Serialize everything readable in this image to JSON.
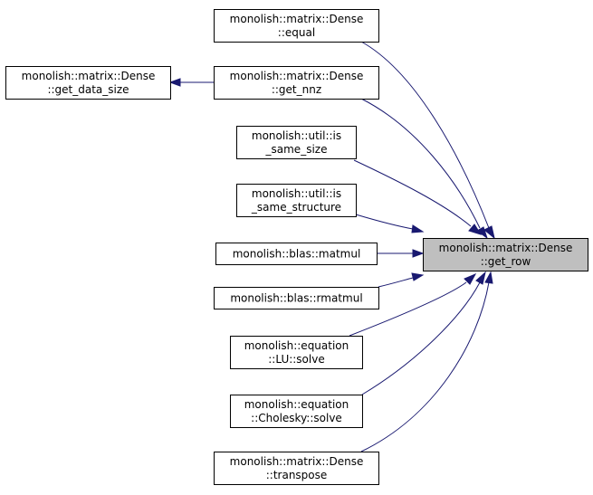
{
  "graph": {
    "edge_color": "#191970",
    "node_border": "#000000",
    "focus_fill": "#bfbfbf",
    "nodes": [
      {
        "id": "get_row",
        "lines": [
          "monolish::matrix::Dense",
          "::get_row"
        ],
        "focus": true
      },
      {
        "id": "equal",
        "lines": [
          "monolish::matrix::Dense",
          "::equal"
        ]
      },
      {
        "id": "get_nnz",
        "lines": [
          "monolish::matrix::Dense",
          "::get_nnz"
        ]
      },
      {
        "id": "get_data_size",
        "lines": [
          "monolish::matrix::Dense",
          "::get_data_size"
        ]
      },
      {
        "id": "is_same_size",
        "lines": [
          "monolish::util::is",
          "_same_size"
        ]
      },
      {
        "id": "is_same_structure",
        "lines": [
          "monolish::util::is",
          "_same_structure"
        ]
      },
      {
        "id": "matmul",
        "lines": [
          "monolish::blas::matmul"
        ]
      },
      {
        "id": "rmatmul",
        "lines": [
          "monolish::blas::rmatmul"
        ]
      },
      {
        "id": "lu_solve",
        "lines": [
          "monolish::equation",
          "::LU::solve"
        ]
      },
      {
        "id": "cholesky_solve",
        "lines": [
          "monolish::equation",
          "::Cholesky::solve"
        ]
      },
      {
        "id": "transpose",
        "lines": [
          "monolish::matrix::Dense",
          "::transpose"
        ]
      }
    ],
    "edges": [
      {
        "from": "get_nnz",
        "to": "get_data_size"
      },
      {
        "from": "get_row",
        "to": "equal"
      },
      {
        "from": "get_row",
        "to": "get_nnz"
      },
      {
        "from": "get_row",
        "to": "is_same_size"
      },
      {
        "from": "get_row",
        "to": "is_same_structure"
      },
      {
        "from": "get_row",
        "to": "matmul"
      },
      {
        "from": "get_row",
        "to": "rmatmul"
      },
      {
        "from": "get_row",
        "to": "lu_solve"
      },
      {
        "from": "get_row",
        "to": "cholesky_solve"
      },
      {
        "from": "get_row",
        "to": "transpose"
      }
    ]
  }
}
